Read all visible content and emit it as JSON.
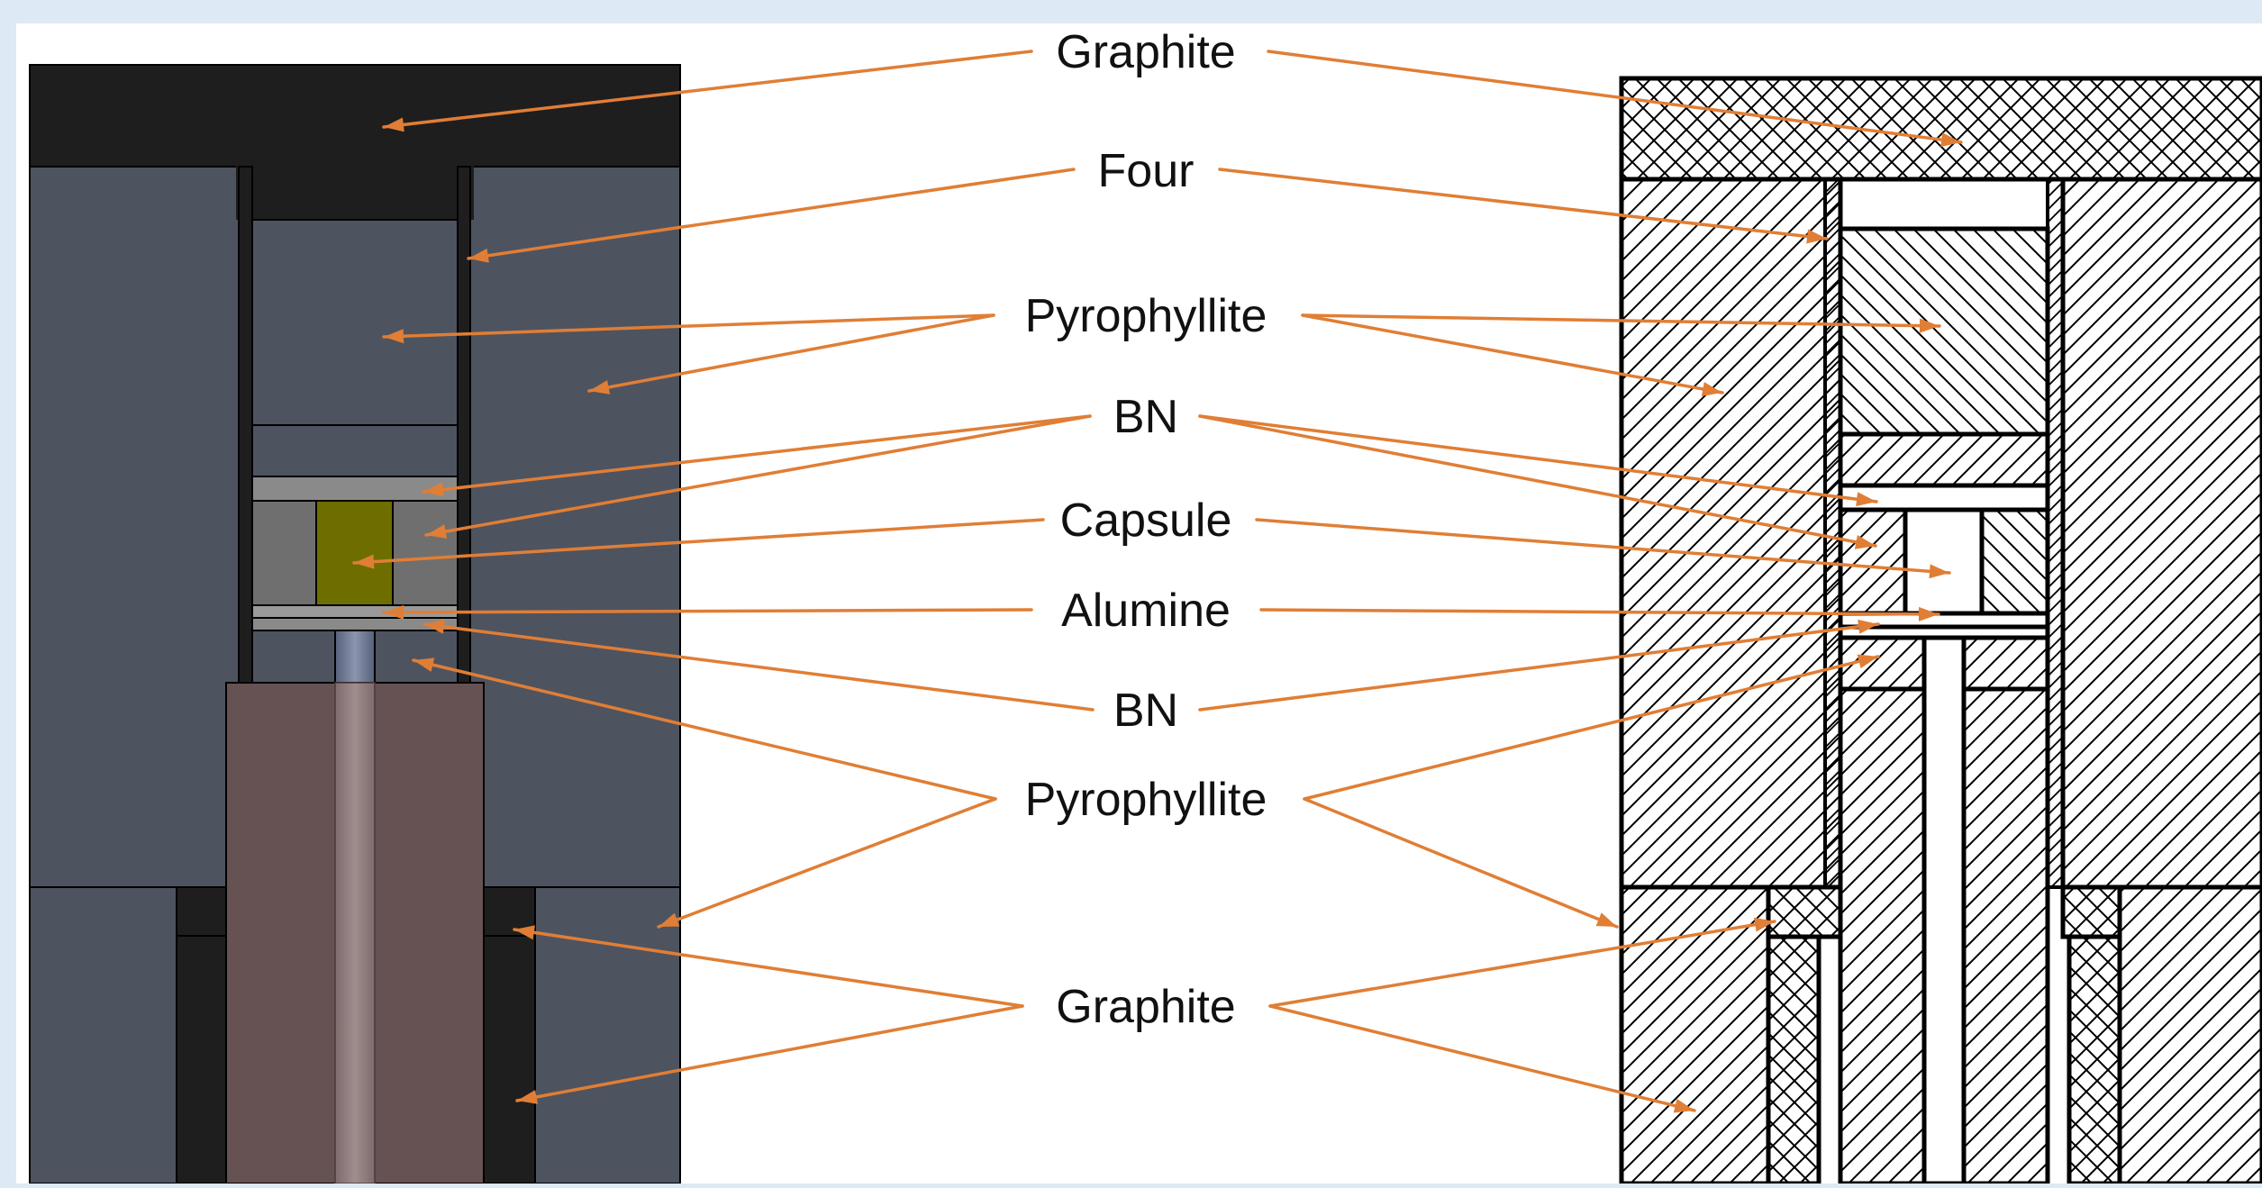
{
  "colors": {
    "arrow": "#e07e35",
    "graphite_dark": "#1e1e1e",
    "pyrophyllite_slate": "#4e5360",
    "plug_brown": "#675253",
    "capsule_olive": "#6e6e00",
    "bn_gray": "#6f6f6f",
    "page_bg": "#dde9f5"
  },
  "labels": {
    "top_graphite": "Graphite",
    "four": "Four",
    "pyrophyllite_upper": "Pyrophyllite",
    "bn_upper": "BN",
    "capsule": "Capsule",
    "alumine": "Alumine",
    "bn_lower": "BN",
    "pyrophyllite_lower": "Pyrophyllite",
    "bottom_graphite": "Graphite"
  }
}
